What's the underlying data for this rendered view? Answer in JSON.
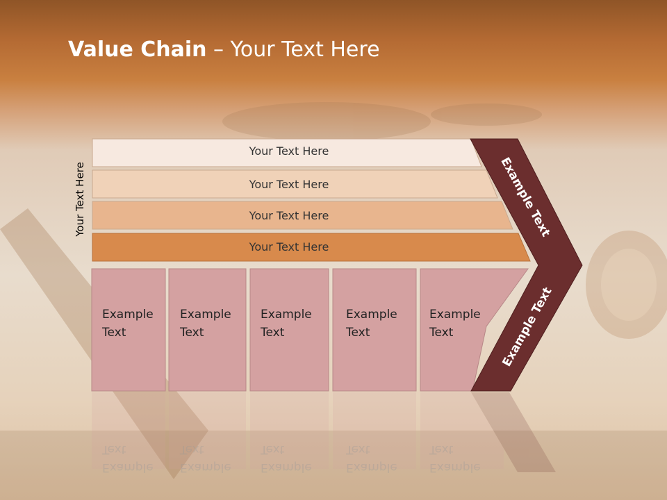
{
  "title": {
    "bold": "Value Chain",
    "rest": " – Your Text Here"
  },
  "side_label": "Your Text Here",
  "bars": [
    {
      "label": "Your Text Here",
      "color": "#f7e9e0"
    },
    {
      "label": "Your Text Here",
      "color": "#f0d2b8"
    },
    {
      "label": "Your Text Here",
      "color": "#e8b58e"
    },
    {
      "label": "Your Text Here",
      "color": "#d88a4c"
    }
  ],
  "boxes": [
    {
      "line1": "Example",
      "line2": "Text"
    },
    {
      "line1": "Example",
      "line2": "Text"
    },
    {
      "line1": "Example",
      "line2": "Text"
    },
    {
      "line1": "Example",
      "line2": "Text"
    },
    {
      "line1": "Example",
      "line2": "Text"
    }
  ],
  "chevron": {
    "top_text": "Example Text",
    "bottom_text": "Example Text",
    "color": "#6b2e2e"
  },
  "colors": {
    "box": "#d4a1a1",
    "box_border": "#b88888"
  }
}
